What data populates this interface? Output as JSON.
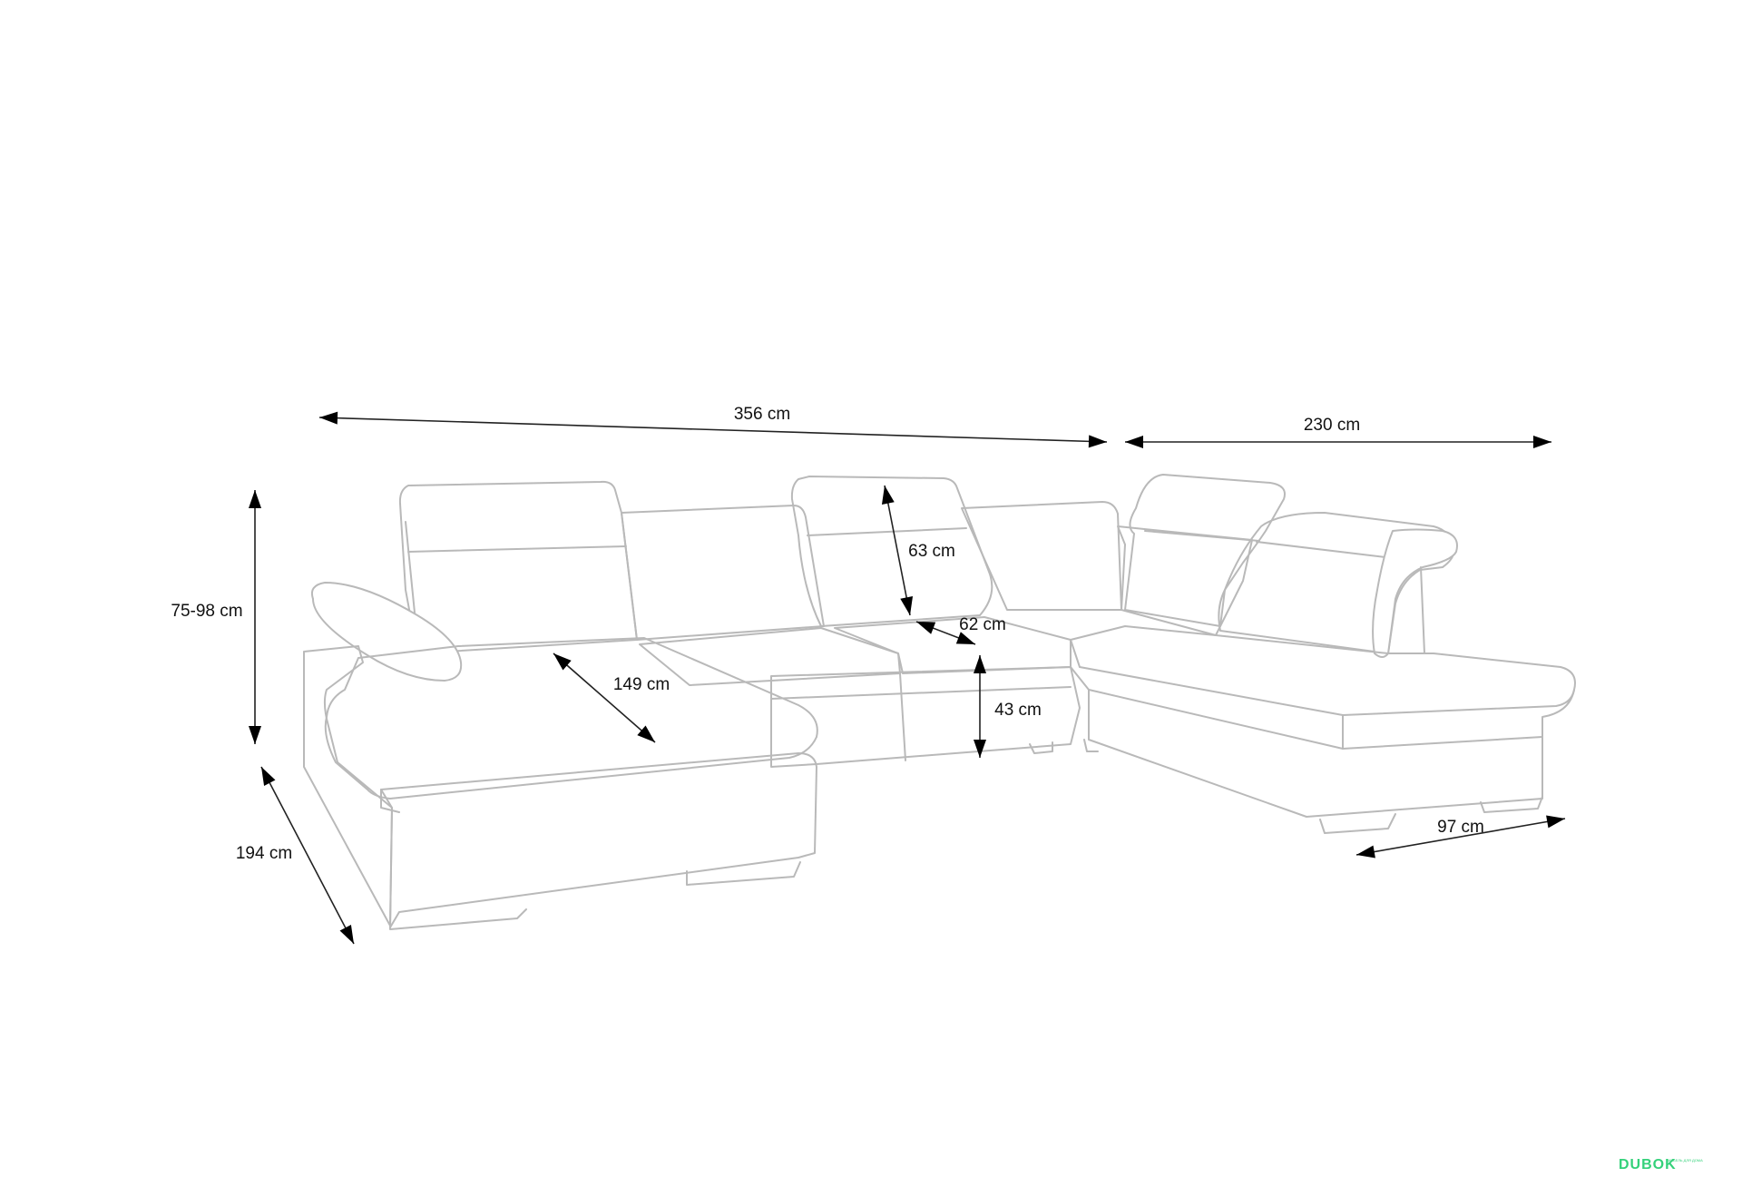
{
  "dimensions": {
    "total_width": "356 cm",
    "right_width": "230 cm",
    "height": "75-98 cm",
    "depth": "194 cm",
    "chaise_length": "149 cm",
    "back_height": "63 cm",
    "seat_depth": "62 cm",
    "seat_height": "43 cm",
    "right_depth": "97 cm"
  },
  "logo": {
    "name": "DUBOK",
    "tagline": "МЕБЕЛЬ ДЛЯ ДОМА",
    "color": "#34d17a"
  },
  "colors": {
    "outline": "#b9b9b9",
    "dimension": "#000000"
  }
}
